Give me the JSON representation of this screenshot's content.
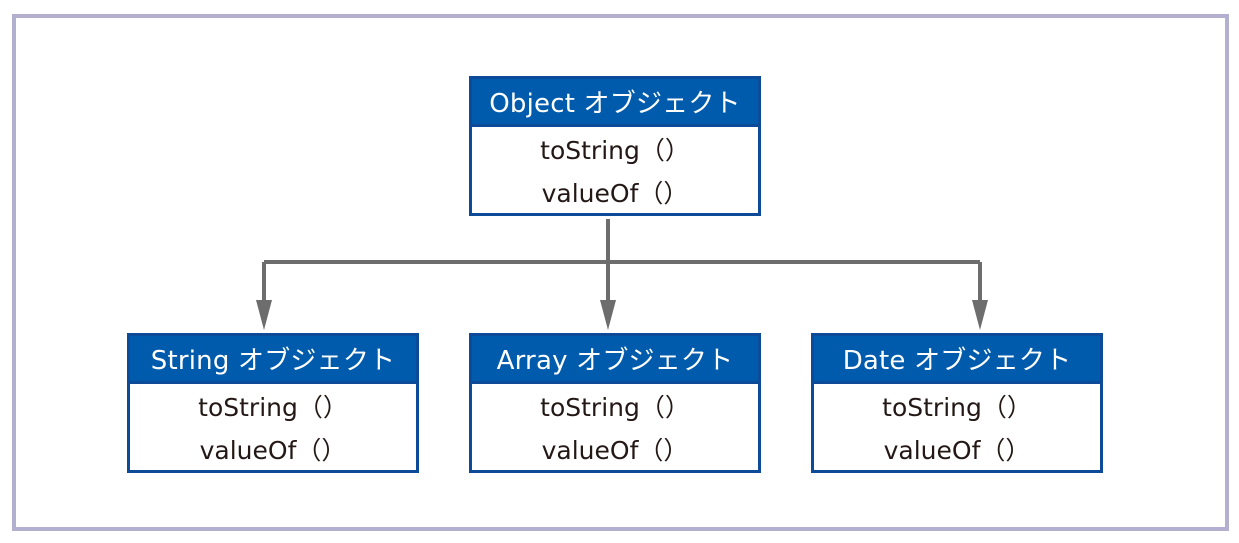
{
  "colors": {
    "frame_border": "#b3b0cf",
    "box_border": "#0d4a97",
    "header_fill": "#005bac",
    "header_text": "#ffffff",
    "method_text": "#231815",
    "connector": "#6d6d6d"
  },
  "diagram": {
    "parent": {
      "title": "Object オブジェクト",
      "methods": [
        "toString（）",
        "valueOf（）"
      ]
    },
    "children": [
      {
        "title": "String オブジェクト",
        "methods": [
          "toString（）",
          "valueOf（）"
        ]
      },
      {
        "title": "Array オブジェクト",
        "methods": [
          "toString（）",
          "valueOf（）"
        ]
      },
      {
        "title": "Date オブジェクト",
        "methods": [
          "toString（）",
          "valueOf（）"
        ]
      }
    ]
  }
}
